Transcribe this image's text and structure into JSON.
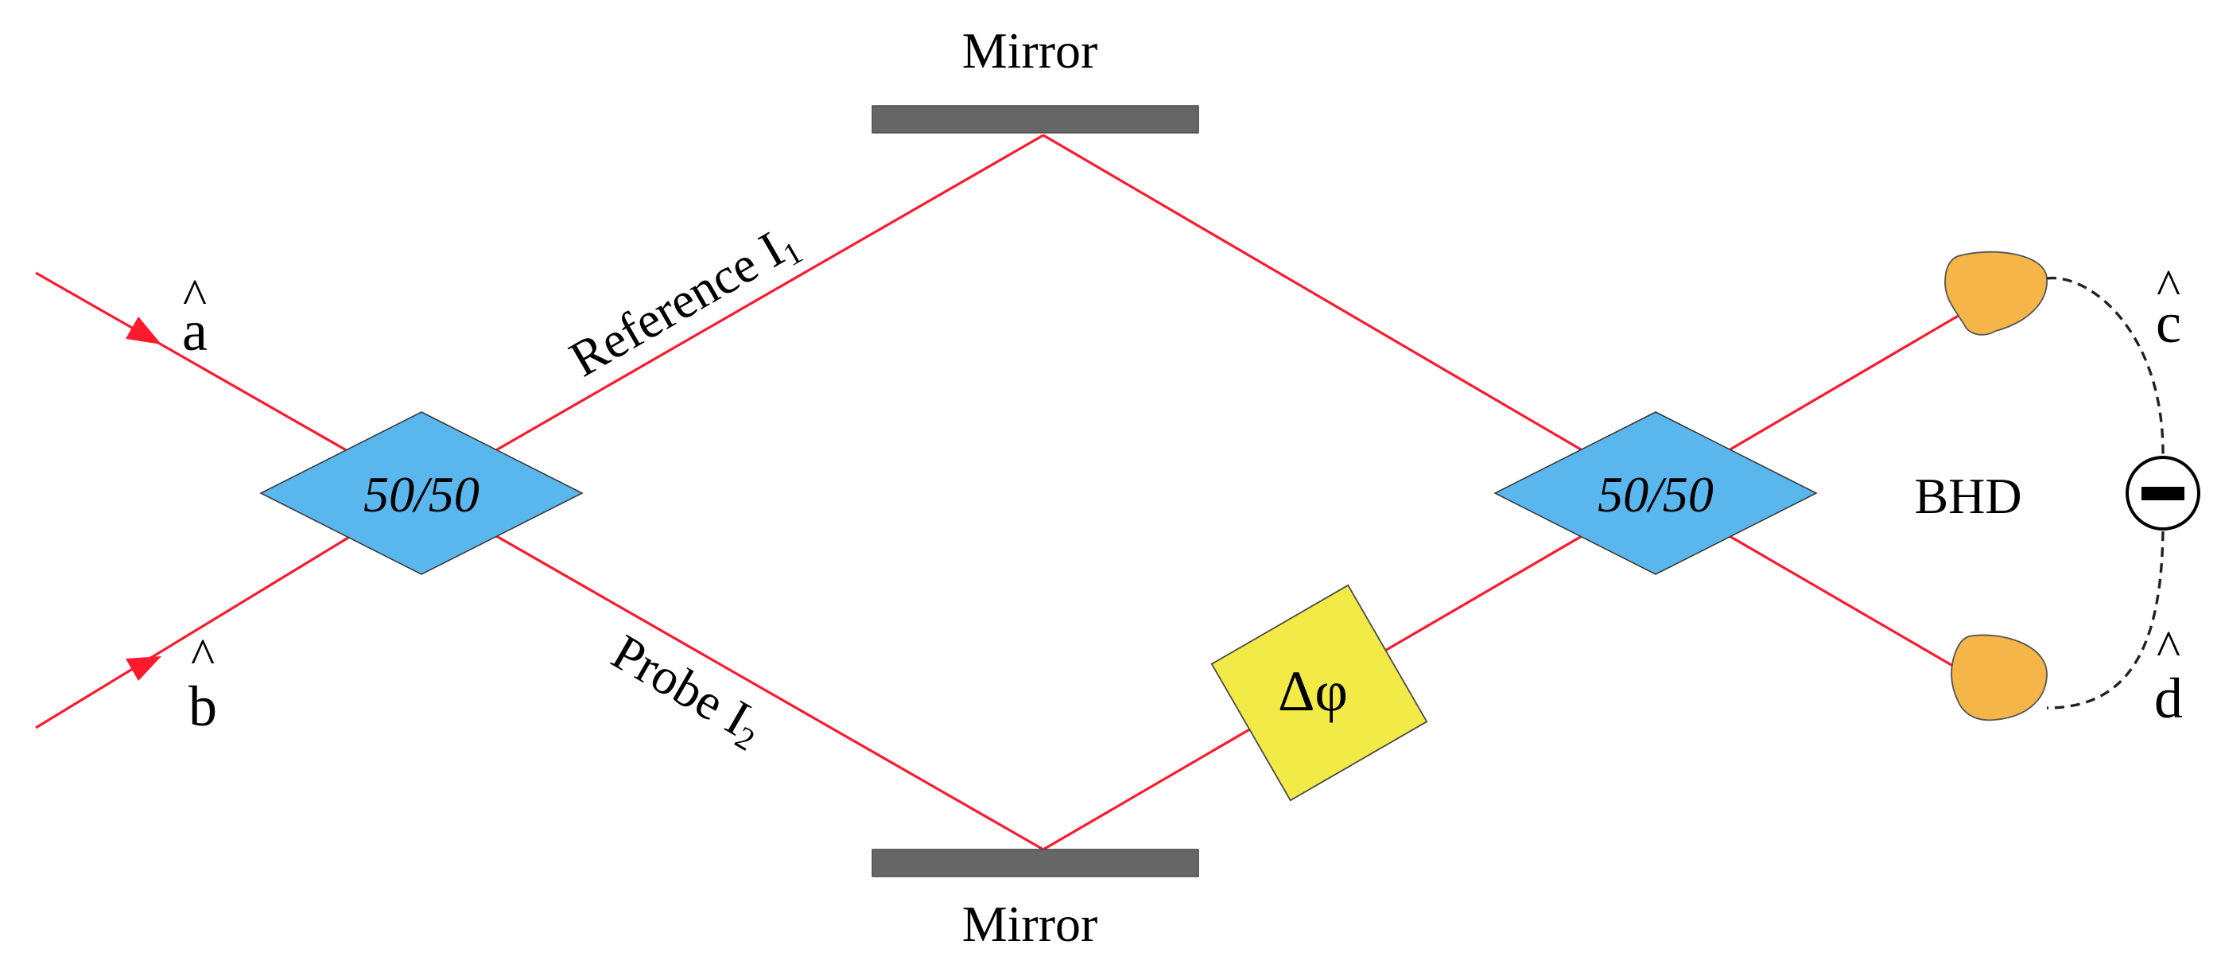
{
  "labels": {
    "mirror_top": "Mirror",
    "mirror_bottom": "Mirror",
    "beamsplitter_left": "50/50",
    "beamsplitter_right": "50/50",
    "reference_arm": "Reference I",
    "reference_sub": "1",
    "probe_arm": "Probe I",
    "probe_sub": "2",
    "phase_shift": "Δφ",
    "detector_block": "BHD",
    "mode_a": "a",
    "mode_b": "b",
    "mode_c": "c",
    "mode_d": "d",
    "hat": "^"
  },
  "colors": {
    "beam": "#ff1a2e",
    "beamsplitter": "#5ab7ee",
    "mirror": "#666666",
    "detector": "#f5b548",
    "phase_shifter": "#f2ea46"
  }
}
